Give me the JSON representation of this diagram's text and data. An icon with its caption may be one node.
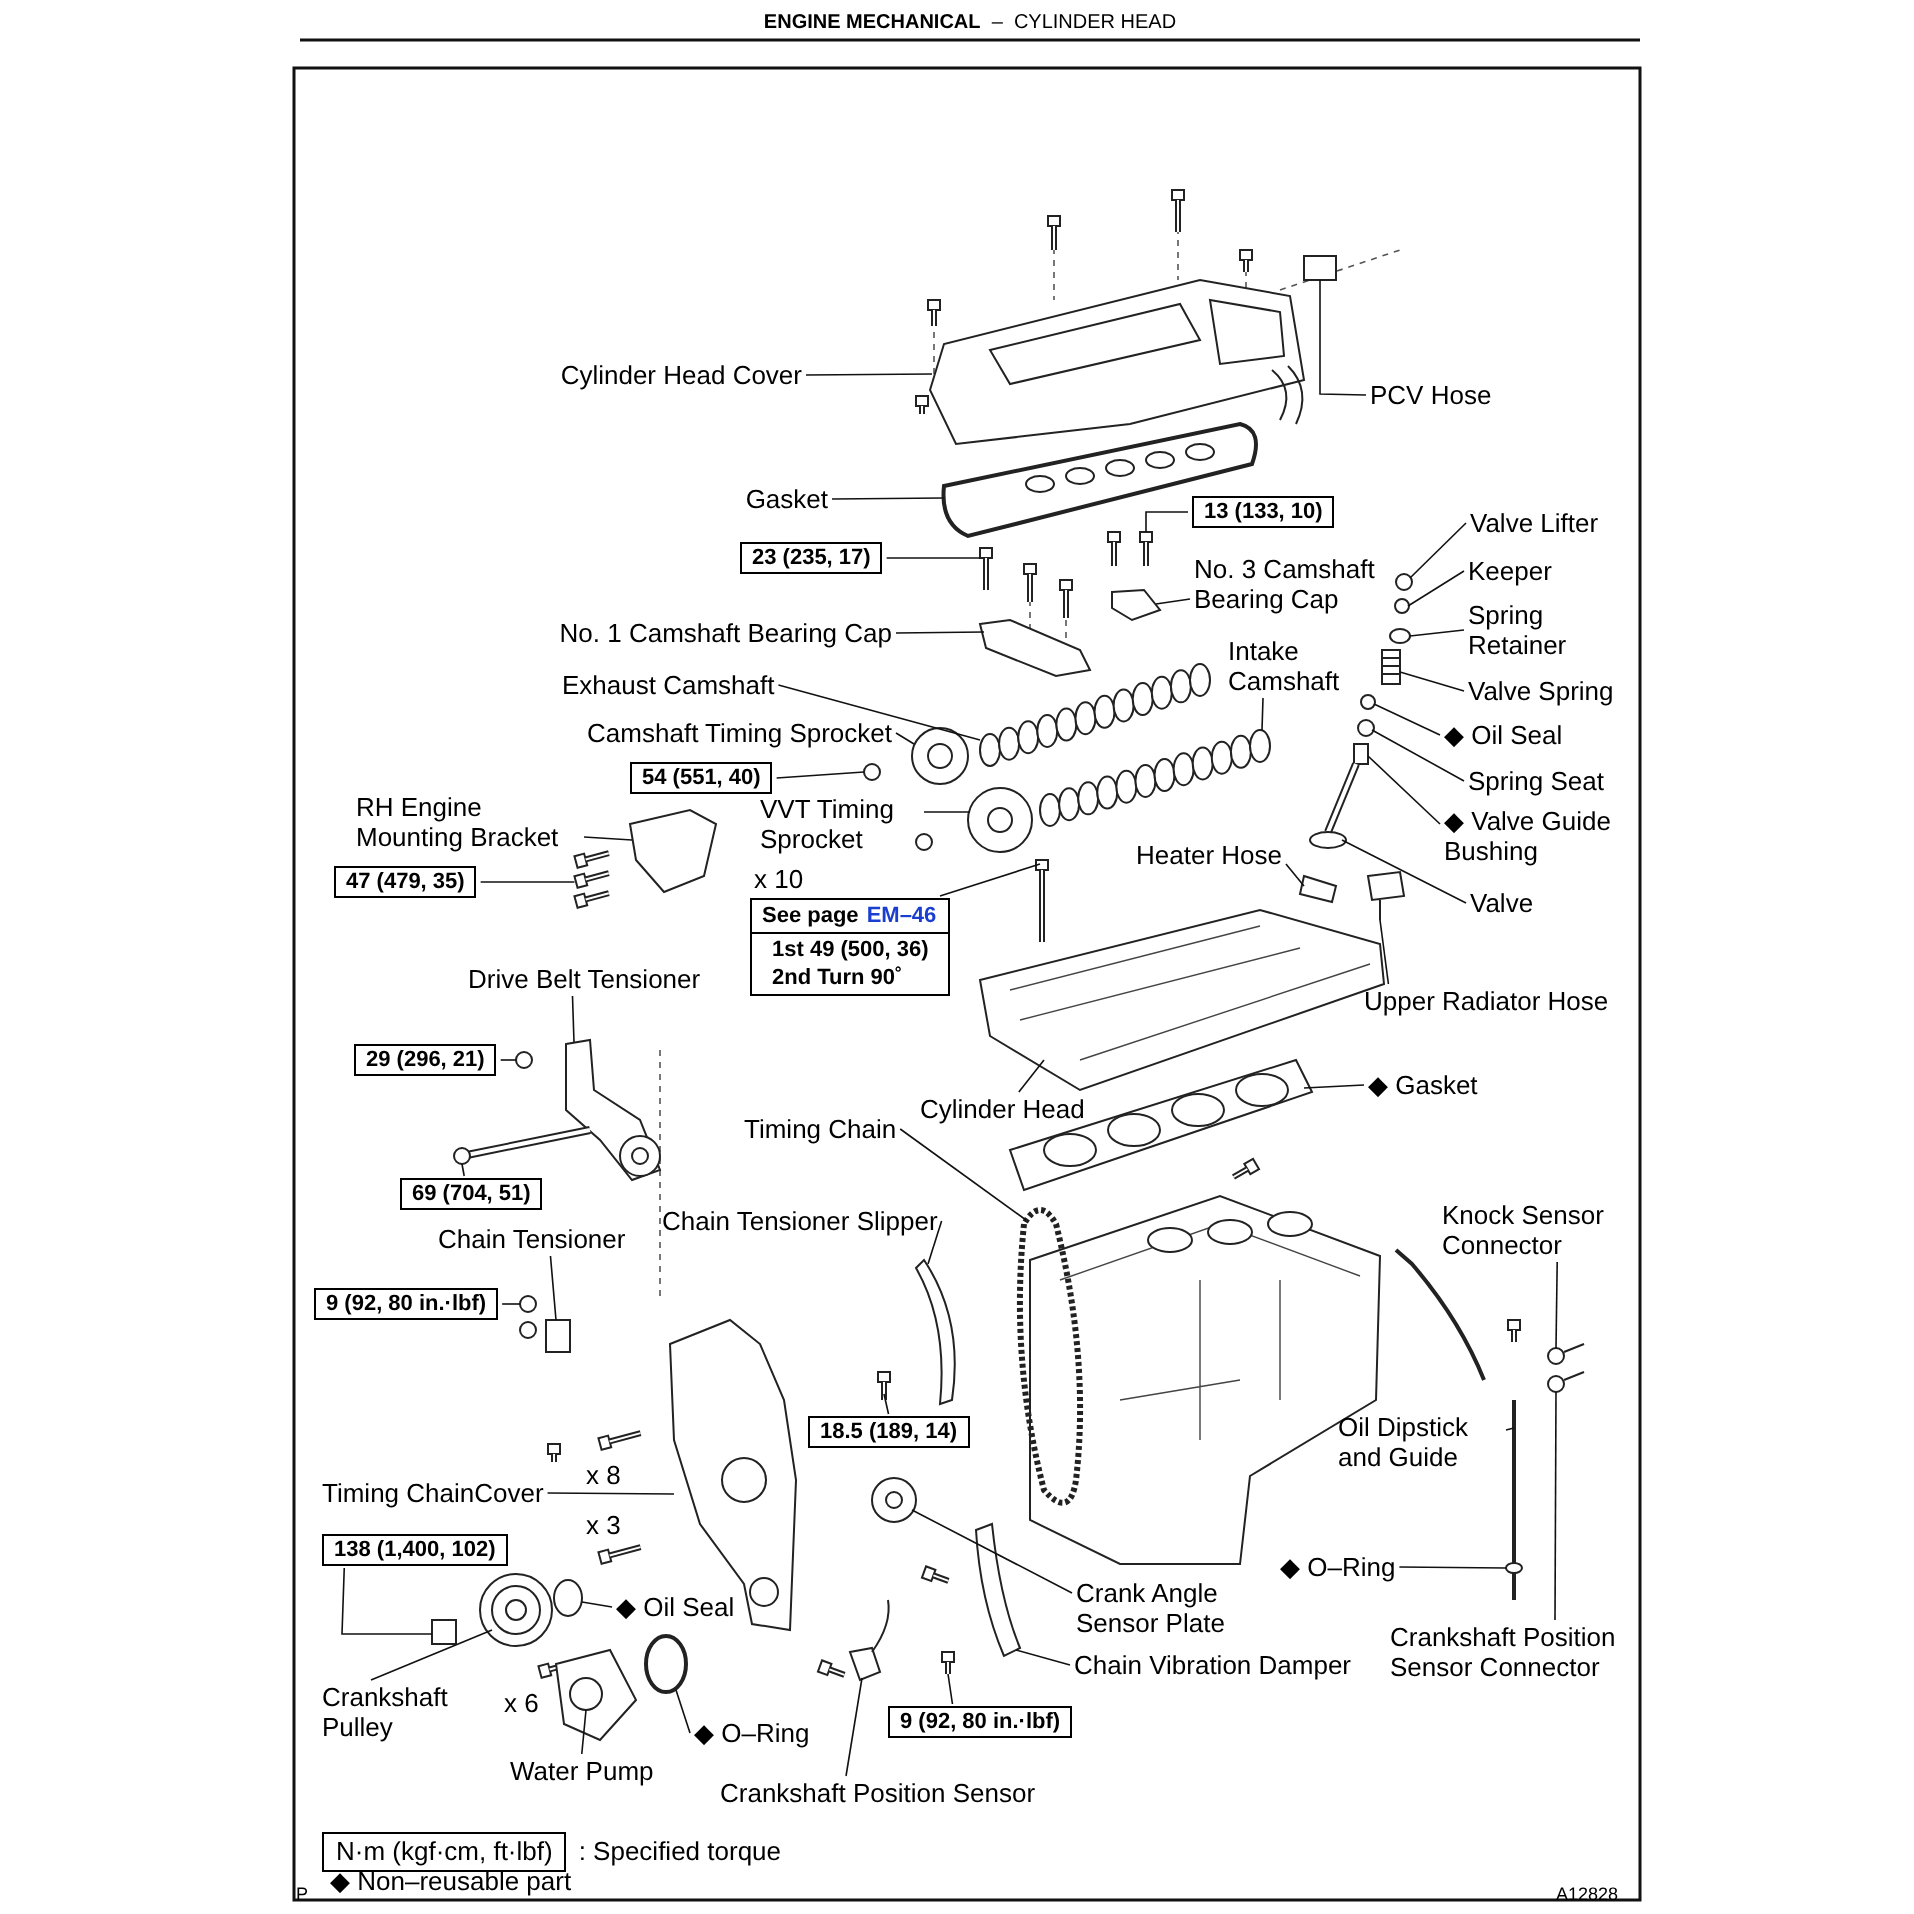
{
  "diagram": {
    "title": "**ENGINE MECHANICAL**  –  CYLINDER HEAD",
    "nodes": [
      {
        "text": [
          "Cylinder Head Cover"
        ]
      },
      {
        "text": [
          "PCV Hose"
        ]
      },
      {
        "text": [
          "Gasket"
        ]
      },
      {
        "text": [
          "13 (133, 10)"
        ]
      },
      {
        "text": [
          "23 (235, 17)"
        ]
      },
      {
        "text": [
          "Valve Lifter"
        ]
      },
      {
        "text": [
          "No. 3 Camshaft Bearing Cap"
        ]
      },
      {
        "text": [
          "Keeper"
        ]
      },
      {
        "text": [
          "Spring Retainer"
        ]
      },
      {
        "text": [
          "No. 1 Camshaft Bearing Cap"
        ]
      },
      {
        "text": [
          "Intake Camshaft"
        ]
      },
      {
        "text": [
          "Exhaust Camshaft"
        ]
      },
      {
        "text": [
          "Valve Spring"
        ]
      },
      {
        "text": [
          "◆ Oil Seal"
        ]
      },
      {
        "text": [
          "Camshaft Timing Sprocket"
        ]
      },
      {
        "text": [
          "54 (551, 40)"
        ]
      },
      {
        "text": [
          "Spring Seat"
        ]
      },
      {
        "text": [
          "RH Engine Mounting Bracket"
        ]
      },
      {
        "text": [
          "VVT Timing Sprocket"
        ]
      },
      {
        "text": [
          "◆ Valve Guide Bushing"
        ]
      },
      {
        "text": [
          "47 (479, 35)"
        ]
      },
      {
        "text": [
          "Heater Hose"
        ]
      },
      {
        "text": [
          "See page",
          "EM–46",
          "1st 49 (500, 36)",
          "2nd Turn 90˚"
        ]
      },
      {
        "text": [
          "Valve"
        ]
      },
      {
        "text": [
          "Drive Belt Tensioner"
        ]
      },
      {
        "text": [
          "Upper Radiator Hose"
        ]
      },
      {
        "text": [
          "29 (296, 21)"
        ]
      },
      {
        "text": [
          "◆ Gasket"
        ]
      },
      {
        "text": [
          "Cylinder Head"
        ]
      },
      {
        "text": [
          "Timing Chain"
        ]
      },
      {
        "text": [
          "69 (704, 51)"
        ]
      },
      {
        "text": [
          "Chain Tensioner Slipper"
        ]
      },
      {
        "text": [
          "Knock Sensor Connector"
        ]
      },
      {
        "text": [
          "Chain Tensioner"
        ]
      },
      {
        "text": [
          "9 (92, 80 in.·lbf)"
        ]
      },
      {
        "text": [
          "18.5 (189, 14)"
        ]
      },
      {
        "text": [
          "Oil Dipstick and Guide"
        ]
      },
      {
        "text": [
          "Timing ChainCover"
        ]
      },
      {
        "text": [
          "138 (1,400, 102)"
        ]
      },
      {
        "text": [
          "◆ O–Ring"
        ]
      },
      {
        "text": [
          "◆ Oil Seal"
        ]
      },
      {
        "text": [
          "Crank Angle Sensor Plate"
        ]
      },
      {
        "text": [
          "Crankshaft Position Sensor Connector"
        ]
      },
      {
        "text": [
          "Chain Vibration Damper"
        ]
      },
      {
        "text": [
          "Crankshaft Pulley"
        ]
      },
      {
        "text": [
          "◆ O–Ring"
        ]
      },
      {
        "text": [
          "9 (92, 80 in.·lbf)"
        ]
      },
      {
        "text": [
          "Water Pump"
        ]
      },
      {
        "text": [
          "Crankshaft Position Sensor"
        ]
      },
      {
        "text": [
          "N·m (kgf·cm, ft·lbf)"
        ],
        "beside": [
          ": Specified torque"
        ]
      },
      {
        "text": [],
        "shape": "picture"
      },
      {
        "text": [],
        "shape": "picture"
      },
      {
        "text": [],
        "shape": "picture"
      },
      {
        "text": [],
        "shape": "picture"
      },
      {
        "text": [],
        "shape": "picture"
      },
      {
        "text": [],
        "shape": "circle"
      },
      {
        "text": [],
        "shape": "picture"
      },
      {
        "text": [],
        "shape": "circle"
      },
      {
        "text": [],
        "shape": "circle"
      },
      {
        "text": [],
        "shape": "picture"
      },
      {
        "text": [],
        "shape": "picture"
      },
      {
        "text": [],
        "shape": "picture"
      },
      {
        "text": [],
        "shape": "picture"
      },
      {
        "text": [],
        "shape": "circle"
      },
      {
        "text": [],
        "shape": "picture"
      },
      {
        "text": [],
        "shape": "circle"
      },
      {
        "text": [],
        "shape": "circle"
      },
      {
        "text": [],
        "shape": "picture"
      },
      {
        "text": [],
        "shape": "picture"
      },
      {
        "text": [],
        "shape": "box"
      },
      {
        "text": [],
        "shape": "picture"
      },
      {
        "text": [],
        "shape": "picture"
      },
      {
        "text": [],
        "shape": "picture"
      },
      {
        "text": [],
        "shape": "picture"
      },
      {
        "text": [],
        "shape": "picture"
      },
      {
        "text": [],
        "shape": "picture"
      },
      {
        "text": [],
        "shape": "circle"
      },
      {
        "text": [],
        "shape": "picture"
      },
      {
        "text": [],
        "shape": "picture"
      },
      {
        "text": [],
        "shape": "picture"
      },
      {
        "text": [],
        "shape": "picture"
      },
      {
        "text": [],
        "shape": "picture"
      },
      {
        "text": [],
        "shape": "picture"
      },
      {
        "text": [],
        "shape": "box"
      },
      {
        "text": [],
        "shape": "picture"
      },
      {
        "text": [],
        "shape": "picture"
      },
      {
        "text": [],
        "shape": "picture"
      },
      {
        "text": [],
        "shape": "picture"
      },
      {
        "text": [],
        "shape": "box"
      },
      {
        "text": [],
        "shape": "circle"
      },
      {
        "text": [],
        "shape": "circle"
      },
      {
        "text": [],
        "shape": "picture"
      },
      {
        "text": [],
        "shape": "picture"
      },
      {
        "text": [],
        "shape": "picture"
      },
      {
        "text": [],
        "shape": "picture"
      },
      {
        "text": [],
        "shape": "circle"
      },
      {
        "text": [],
        "shape": "picture"
      },
      {
        "text": [],
        "shape": "picture"
      },
      {
        "text": [],
        "shape": "picture"
      }
    ],
    "edges": [
      {
        "from": 0,
        "to": 50,
        "arrow": "none"
      },
      {
        "from": 1,
        "to": 51,
        "arrow": "none"
      },
      {
        "from": 2,
        "to": 52,
        "arrow": "none"
      },
      {
        "from": 3,
        "to": 53,
        "arrow": "none"
      },
      {
        "from": 4,
        "to": 54,
        "arrow": "none"
      },
      {
        "from": 5,
        "to": 55,
        "arrow": "none"
      },
      {
        "from": 6,
        "to": 56,
        "arrow": "none"
      },
      {
        "from": 7,
        "to": 57,
        "arrow": "none"
      },
      {
        "from": 8,
        "to": 58,
        "arrow": "none"
      },
      {
        "from": 9,
        "to": 59,
        "arrow": "none"
      },
      {
        "from": 10,
        "to": 60,
        "arrow": "none"
      },
      {
        "from": 11,
        "to": 61,
        "arrow": "none"
      },
      {
        "from": 12,
        "to": 62,
        "arrow": "none"
      },
      {
        "from": 13,
        "to": 63,
        "arrow": "none"
      },
      {
        "from": 14,
        "to": 64,
        "arrow": "none"
      },
      {
        "from": 15,
        "to": 65,
        "arrow": "none"
      },
      {
        "from": 16,
        "to": 66,
        "arrow": "none"
      },
      {
        "from": 17,
        "to": 67,
        "arrow": "none"
      },
      {
        "from": 18,
        "to": 68,
        "arrow": "none"
      },
      {
        "from": 19,
        "to": 69,
        "arrow": "none"
      },
      {
        "from": 20,
        "to": 70,
        "arrow": "none"
      },
      {
        "from": 21,
        "to": 71,
        "arrow": "none"
      },
      {
        "from": 22,
        "to": 72,
        "arrow": "none"
      },
      {
        "from": 23,
        "to": 73,
        "arrow": "none"
      },
      {
        "from": 24,
        "to": 74,
        "arrow": "none"
      },
      {
        "from": 25,
        "to": 75,
        "arrow": "none"
      },
      {
        "from": 26,
        "to": 76,
        "arrow": "none"
      },
      {
        "from": 27,
        "to": 77,
        "arrow": "none"
      },
      {
        "from": 28,
        "to": 78,
        "arrow": "none"
      },
      {
        "from": 29,
        "to": 79,
        "arrow": "none"
      },
      {
        "from": 30,
        "to": 80,
        "arrow": "none"
      },
      {
        "from": 31,
        "to": 81,
        "arrow": "none"
      },
      {
        "from": 32,
        "to": 82,
        "arrow": "none"
      },
      {
        "from": 33,
        "to": 83,
        "arrow": "none"
      },
      {
        "from": 34,
        "to": 84,
        "arrow": "none"
      },
      {
        "from": 35,
        "to": 85,
        "arrow": "none"
      },
      {
        "from": 36,
        "to": 86,
        "arrow": "none"
      },
      {
        "from": 37,
        "to": 87,
        "arrow": "none"
      },
      {
        "from": 38,
        "to": 88,
        "arrow": "none"
      },
      {
        "from": 39,
        "to": 89,
        "arrow": "none"
      },
      {
        "from": 40,
        "to": 90,
        "arrow": "none"
      },
      {
        "from": 41,
        "to": 91,
        "arrow": "none"
      },
      {
        "from": 42,
        "to": 92,
        "arrow": "none"
      },
      {
        "from": 43,
        "to": 93,
        "arrow": "none"
      },
      {
        "from": 44,
        "to": 94,
        "arrow": "none"
      },
      {
        "from": 45,
        "to": 95,
        "arrow": "none"
      },
      {
        "from": 46,
        "to": 96,
        "arrow": "none"
      },
      {
        "from": 47,
        "to": 97,
        "arrow": "none"
      },
      {
        "from": 48,
        "to": 98,
        "arrow": "none"
      }
    ],
    "labels": [
      "x 10",
      "x 8",
      "x 3",
      "x 6",
      "◆ Non–reusable part",
      "P",
      "A12828"
    ]
  }
}
